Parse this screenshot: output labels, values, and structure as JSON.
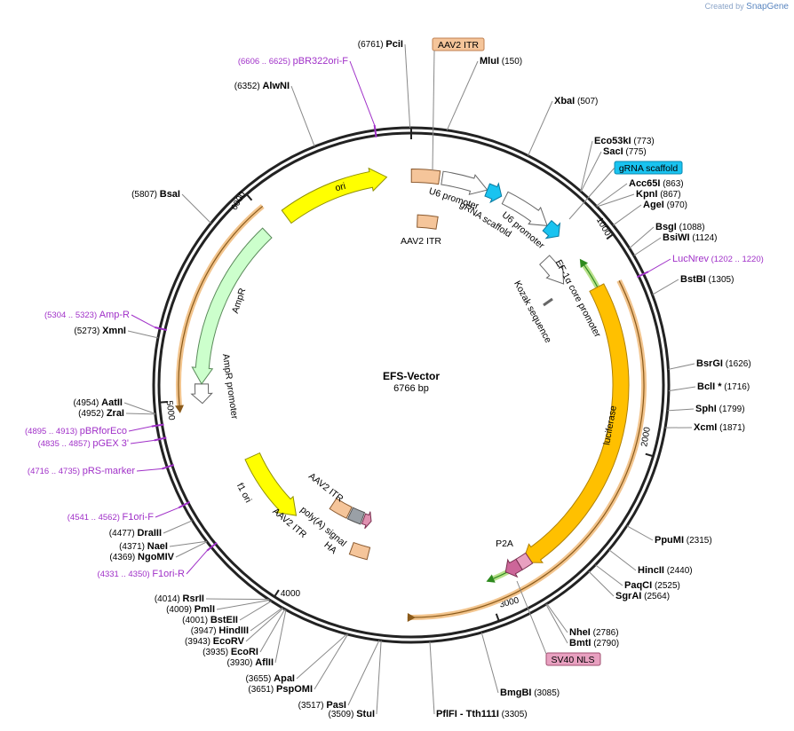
{
  "credit": {
    "prefix": "Created by",
    "brand": "SnapGene"
  },
  "plasmid": {
    "name": "EFS-Vector",
    "length_label": "6766 bp",
    "length": 6766
  },
  "ticks": [
    {
      "bp": 1000,
      "label": "1000"
    },
    {
      "bp": 2000,
      "label": "2000"
    },
    {
      "bp": 3000,
      "label": "3000"
    },
    {
      "bp": 4000,
      "label": "4000"
    },
    {
      "bp": 5000,
      "label": "5000"
    },
    {
      "bp": 6000,
      "label": "6000"
    }
  ],
  "sites": [
    {
      "name": "PciI",
      "pos": "(6761)",
      "bp": 6761
    },
    {
      "name": "MluI",
      "pos": "(150)",
      "bp": 150
    },
    {
      "name": "XbaI",
      "pos": "(507)",
      "bp": 507
    },
    {
      "name": "Eco53kI",
      "pos": "(773)",
      "bp": 773
    },
    {
      "name": "SacI",
      "pos": "(775)",
      "bp": 775
    },
    {
      "name": "Acc65I",
      "pos": "(863)",
      "bp": 863
    },
    {
      "name": "KpnI",
      "pos": "(867)",
      "bp": 867
    },
    {
      "name": "AgeI",
      "pos": "(970)",
      "bp": 970
    },
    {
      "name": "BsgI",
      "pos": "(1088)",
      "bp": 1088
    },
    {
      "name": "BsiWI",
      "pos": "(1124)",
      "bp": 1124
    },
    {
      "name": "BstBI",
      "pos": "(1305)",
      "bp": 1305
    },
    {
      "name": "BsrGI",
      "pos": "(1626)",
      "bp": 1626
    },
    {
      "name": "BclI *",
      "pos": "(1716)",
      "bp": 1716
    },
    {
      "name": "SphI",
      "pos": "(1799)",
      "bp": 1799
    },
    {
      "name": "XcmI",
      "pos": "(1871)",
      "bp": 1871
    },
    {
      "name": "PpuMI",
      "pos": "(2315)",
      "bp": 2315
    },
    {
      "name": "HincII",
      "pos": "(2440)",
      "bp": 2440
    },
    {
      "name": "PaqCI",
      "pos": "(2525)",
      "bp": 2525
    },
    {
      "name": "SgrAI",
      "pos": "(2564)",
      "bp": 2564
    },
    {
      "name": "NheI",
      "pos": "(2786)",
      "bp": 2786
    },
    {
      "name": "BmtI",
      "pos": "(2790)",
      "bp": 2790
    },
    {
      "name": "BmgBI",
      "pos": "(3085)",
      "bp": 3085
    },
    {
      "name": "PflFI - Tth111I",
      "pos": "(3305)",
      "bp": 3305
    },
    {
      "name": "StuI",
      "pos": "(3509)",
      "bp": 3509
    },
    {
      "name": "PasI",
      "pos": "(3517)",
      "bp": 3517
    },
    {
      "name": "PspOMI",
      "pos": "(3651)",
      "bp": 3651
    },
    {
      "name": "ApaI",
      "pos": "(3655)",
      "bp": 3655
    },
    {
      "name": "AflII",
      "pos": "(3930)",
      "bp": 3930
    },
    {
      "name": "EcoRI",
      "pos": "(3935)",
      "bp": 3935
    },
    {
      "name": "EcoRV",
      "pos": "(3943)",
      "bp": 3943
    },
    {
      "name": "HindIII",
      "pos": "(3947)",
      "bp": 3947
    },
    {
      "name": "BstEII",
      "pos": "(4001)",
      "bp": 4001
    },
    {
      "name": "PmlI",
      "pos": "(4009)",
      "bp": 4009
    },
    {
      "name": "RsrII",
      "pos": "(4014)",
      "bp": 4014
    },
    {
      "name": "NgoMIV",
      "pos": "(4369)",
      "bp": 4369
    },
    {
      "name": "NaeI",
      "pos": "(4371)",
      "bp": 4371
    },
    {
      "name": "DraIII",
      "pos": "(4477)",
      "bp": 4477
    },
    {
      "name": "ZraI",
      "pos": "(4952)",
      "bp": 4952
    },
    {
      "name": "AatII",
      "pos": "(4954)",
      "bp": 4954
    },
    {
      "name": "XmnI",
      "pos": "(5273)",
      "bp": 5273
    },
    {
      "name": "BsaI",
      "pos": "(5807)",
      "bp": 5807
    },
    {
      "name": "AlwNI",
      "pos": "(6352)",
      "bp": 6352
    }
  ],
  "primers": [
    {
      "name": "pBR322ori-F",
      "pos": "(6606 .. 6625)",
      "bp": 6615
    },
    {
      "name": "LucNrev",
      "pos": "(1202 .. 1220)",
      "bp": 1211
    },
    {
      "name": "Amp-R",
      "pos": "(5304 .. 5323)",
      "bp": 5313
    },
    {
      "name": "pBRforEco",
      "pos": "(4895 .. 4913)",
      "bp": 4904
    },
    {
      "name": "pGEX 3'",
      "pos": "(4835 .. 4857)",
      "bp": 4846
    },
    {
      "name": "pRS-marker",
      "pos": "(4716 .. 4735)",
      "bp": 4725
    },
    {
      "name": "F1ori-F",
      "pos": "(4541 .. 4562)",
      "bp": 4551
    },
    {
      "name": "F1ori-R",
      "pos": "(4331 .. 4350)",
      "bp": 4340
    }
  ],
  "features": [
    {
      "name": "AAV2 ITR",
      "label": "AAV2 ITR",
      "color": "#f5c59a"
    },
    {
      "name": "U6 promoter",
      "label": "U6 promoter",
      "color": "#ffffff"
    },
    {
      "name": "gRNA scaffold",
      "label": "gRNA scaffold",
      "color": "#19c3f0"
    },
    {
      "name": "EF-1a core promoter",
      "label": "EF-1α core promoter",
      "color": "#ffffff"
    },
    {
      "name": "Kozak sequence",
      "label": "Kozak sequence",
      "color": "#666666"
    },
    {
      "name": "luciferase",
      "label": "luciferase",
      "color": "#ffc000"
    },
    {
      "name": "P2A",
      "label": "P2A",
      "color": "#cc6699"
    },
    {
      "name": "SV40 NLS",
      "label": "SV40 NLS",
      "color": "#e8a0c0"
    },
    {
      "name": "HA",
      "label": "HA",
      "color": "#e090b0"
    },
    {
      "name": "poly(A) signal",
      "label": "poly(A) signal",
      "color": "#9aa0a6"
    },
    {
      "name": "f1 ori",
      "label": "f1 ori",
      "color": "#ffff00"
    },
    {
      "name": "AmpR promoter",
      "label": "AmpR promoter",
      "color": "#ffffff"
    },
    {
      "name": "AmpR",
      "label": "AmpR",
      "color": "#ccffcc"
    },
    {
      "name": "ori",
      "label": "ori",
      "color": "#ffff00"
    }
  ],
  "callouts": {
    "aav2_itr_top": "AAV2 ITR",
    "grna_scaffold": "gRNA scaffold",
    "sv40_nls": "SV40 NLS"
  },
  "colors": {
    "backbone": "#222222",
    "primer": "#a030c8",
    "orange_arc": "#f2c48d",
    "green_arc": "#b8e08a"
  }
}
